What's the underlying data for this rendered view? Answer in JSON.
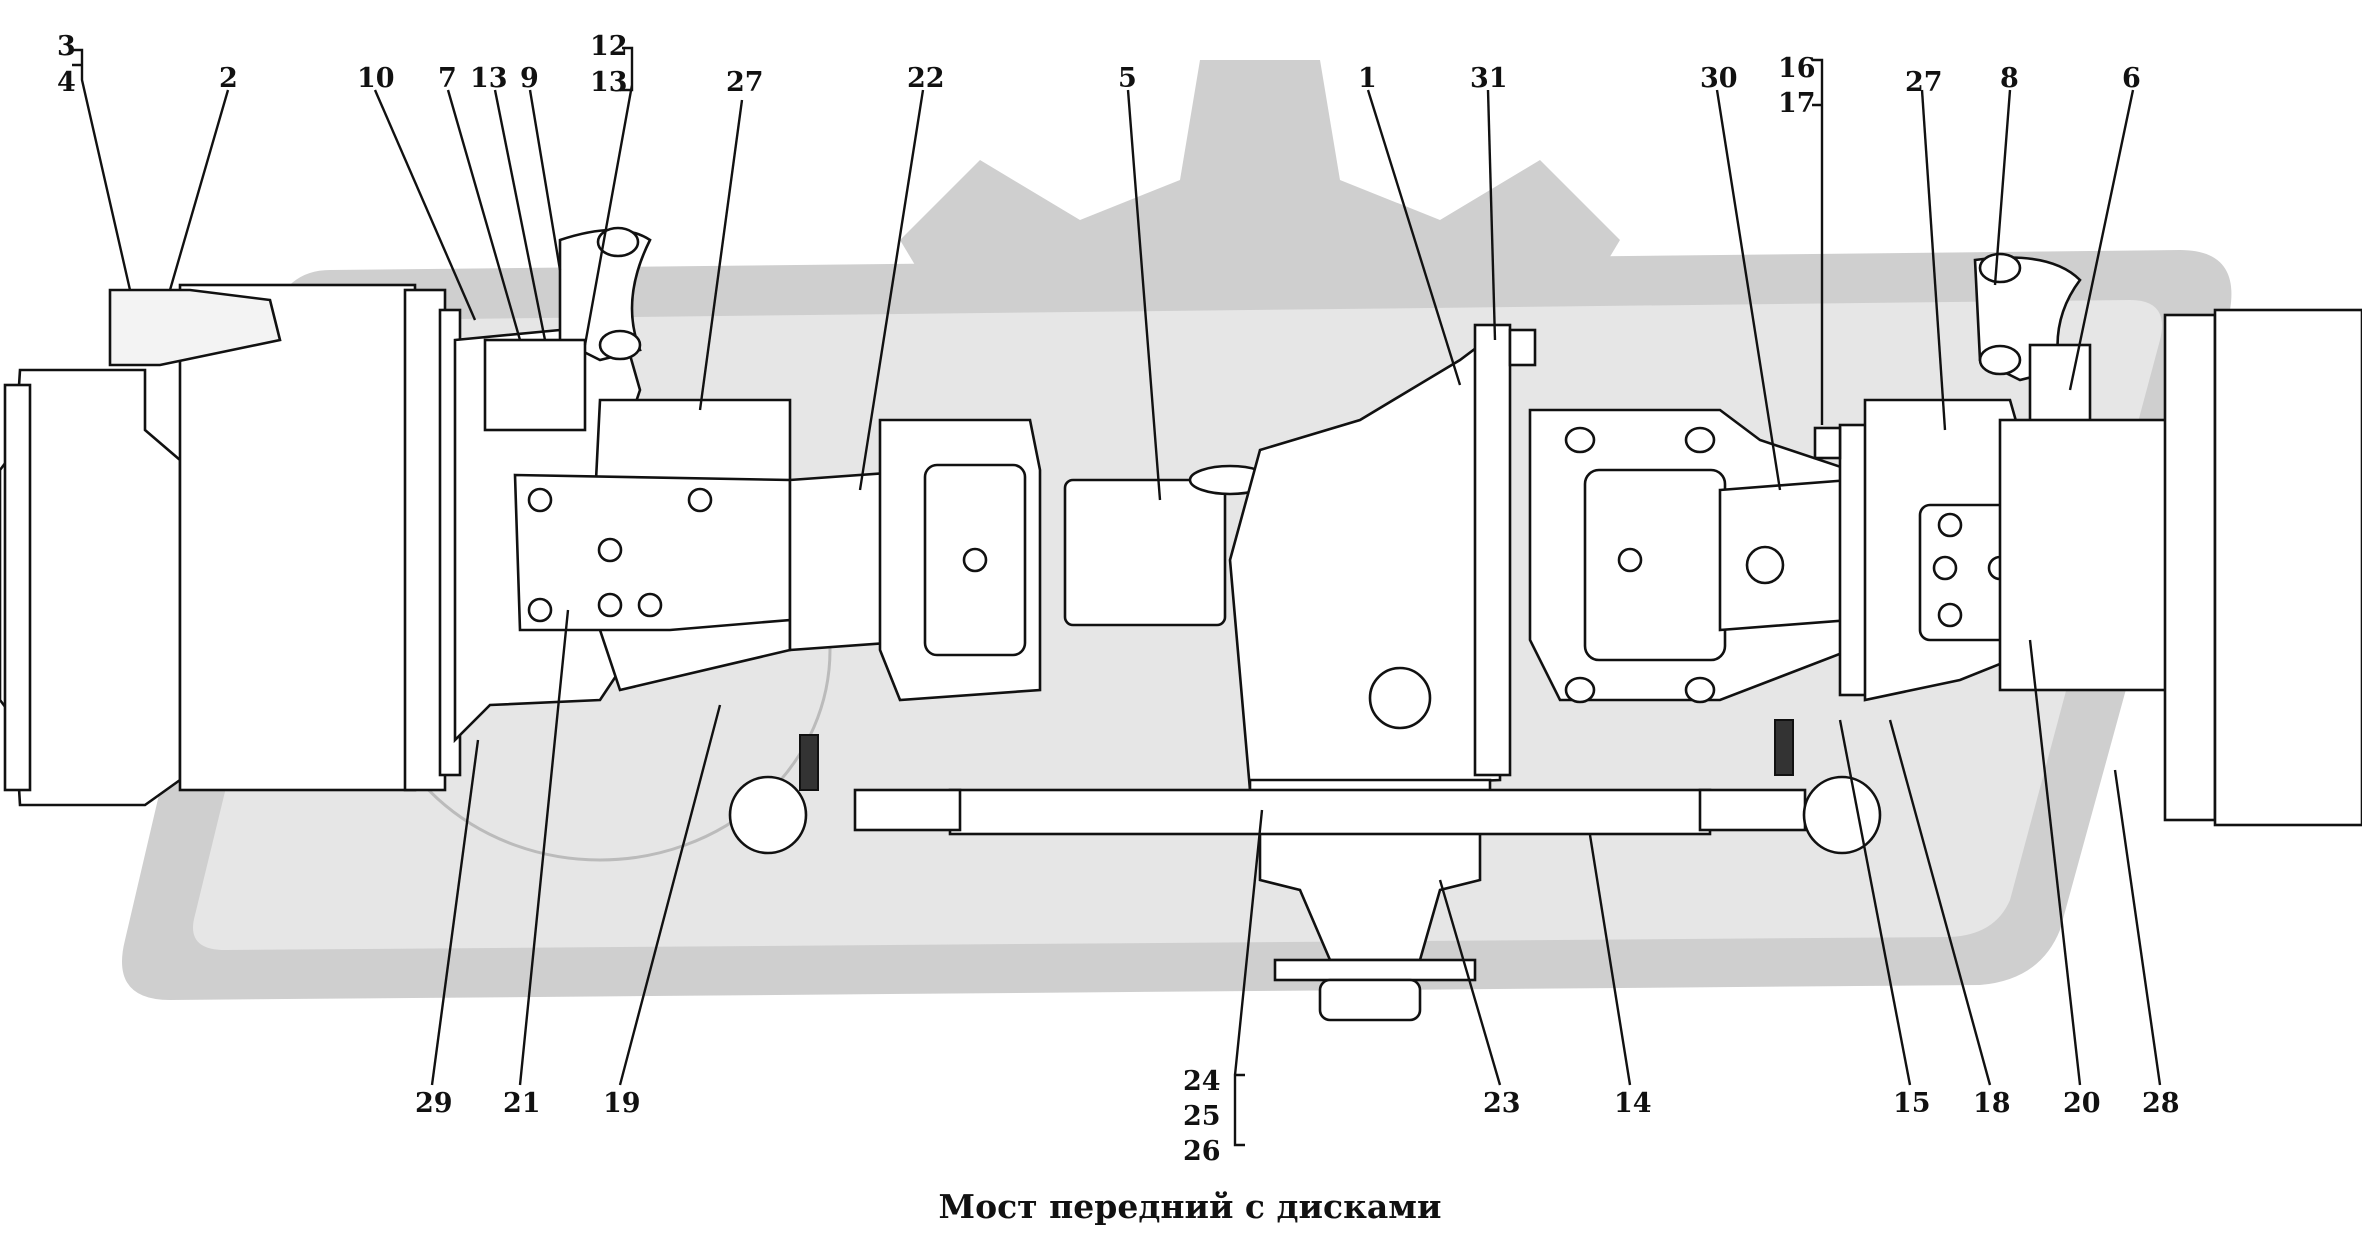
{
  "caption": "Мост передний с дисками",
  "callouts": [
    {
      "id": "c3",
      "text": "3"
    },
    {
      "id": "c4",
      "text": "4"
    },
    {
      "id": "c2",
      "text": "2"
    },
    {
      "id": "c10",
      "text": "10"
    },
    {
      "id": "c7",
      "text": "7"
    },
    {
      "id": "c13a",
      "text": "13"
    },
    {
      "id": "c9",
      "text": "9"
    },
    {
      "id": "c12",
      "text": "12"
    },
    {
      "id": "c13b",
      "text": "13"
    },
    {
      "id": "c27a",
      "text": "27"
    },
    {
      "id": "c22",
      "text": "22"
    },
    {
      "id": "c5",
      "text": "5"
    },
    {
      "id": "c1",
      "text": "1"
    },
    {
      "id": "c31",
      "text": "31"
    },
    {
      "id": "c30",
      "text": "30"
    },
    {
      "id": "c16",
      "text": "16"
    },
    {
      "id": "c17",
      "text": "17"
    },
    {
      "id": "c27b",
      "text": "27"
    },
    {
      "id": "c8",
      "text": "8"
    },
    {
      "id": "c6",
      "text": "6"
    },
    {
      "id": "c29",
      "text": "29"
    },
    {
      "id": "c21",
      "text": "21"
    },
    {
      "id": "c19",
      "text": "19"
    },
    {
      "id": "c24",
      "text": "24"
    },
    {
      "id": "c25",
      "text": "25"
    },
    {
      "id": "c26",
      "text": "26"
    },
    {
      "id": "c23",
      "text": "23"
    },
    {
      "id": "c14",
      "text": "14"
    },
    {
      "id": "c15",
      "text": "15"
    },
    {
      "id": "c18",
      "text": "18"
    },
    {
      "id": "c20",
      "text": "20"
    },
    {
      "id": "c28",
      "text": "28"
    }
  ]
}
